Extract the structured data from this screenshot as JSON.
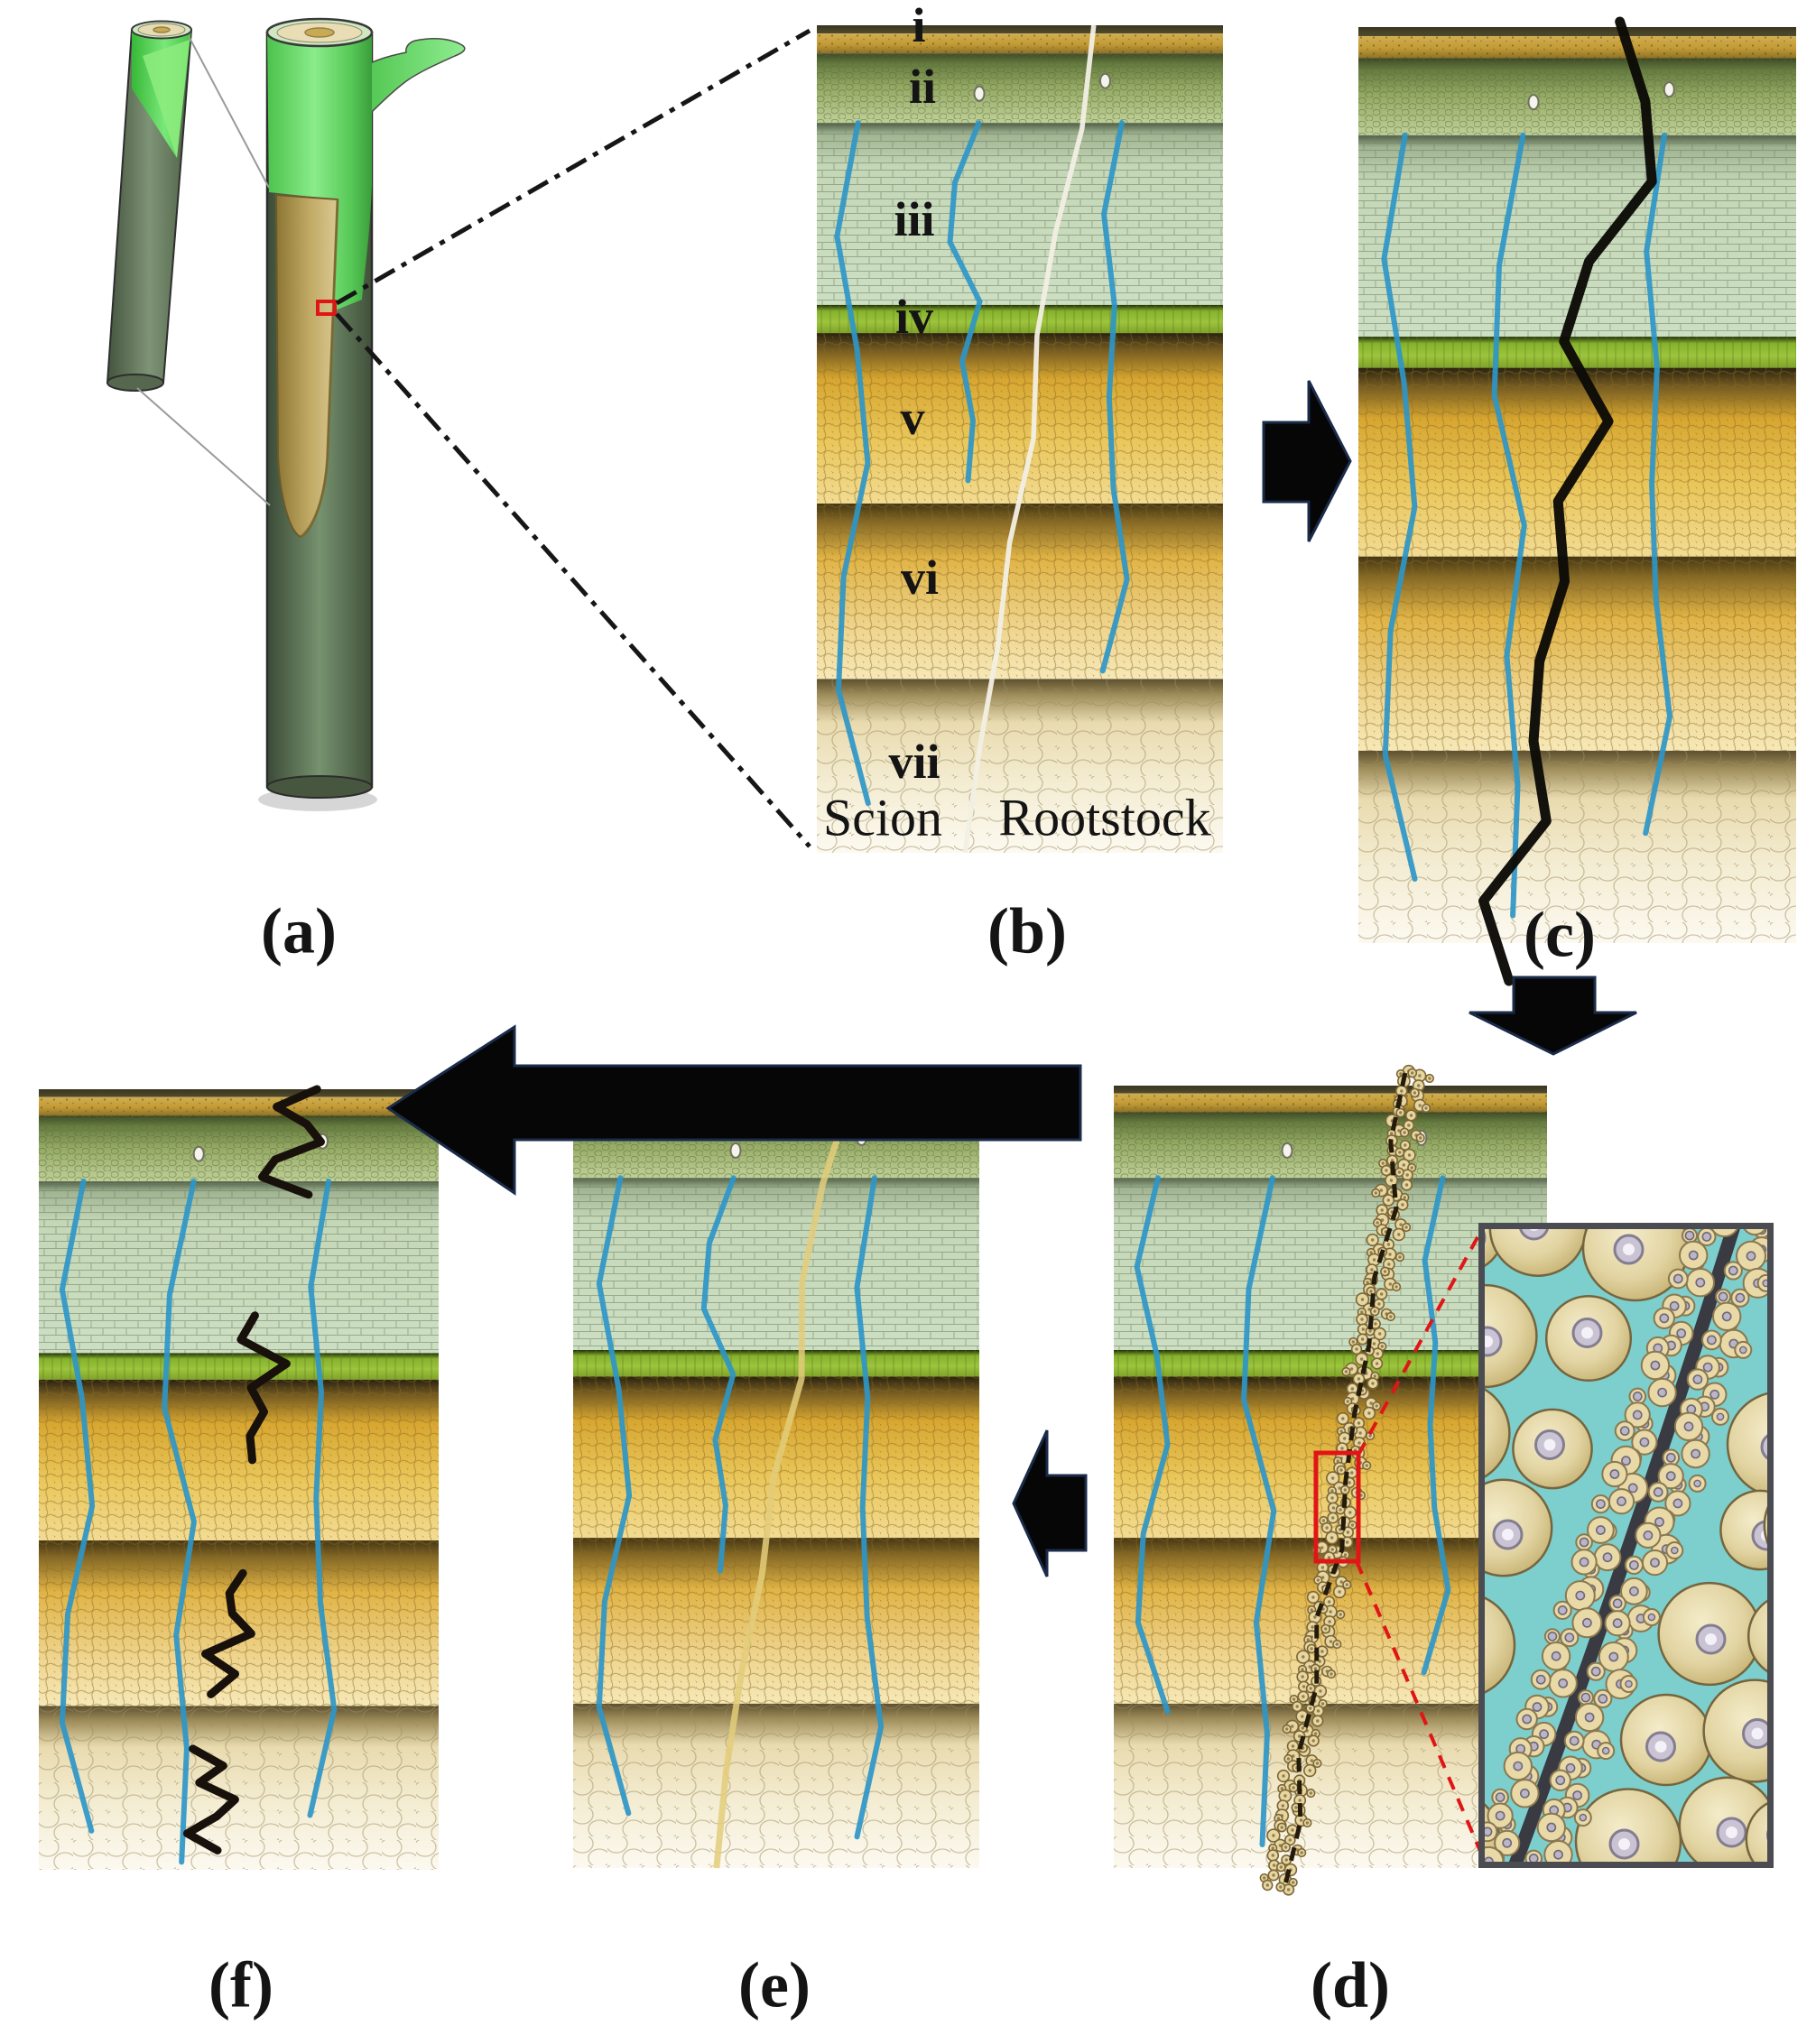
{
  "captions": {
    "a": "(a)",
    "b": "(b)",
    "c": "(c)",
    "d": "(d)",
    "e": "(e)",
    "f": "(f)"
  },
  "panel_b": {
    "layer_labels": [
      "i",
      "ii",
      "iii",
      "iv",
      "v",
      "vi",
      "vii"
    ],
    "scion_label": "Scion",
    "rootstock_label": "Rootstock"
  },
  "icons": {
    "flow_step_b_to_c": "block-arrow-right-icon",
    "flow_step_c_to_d": "block-arrow-down-icon",
    "flow_step_d_to_e": "block-arrow-left-icon",
    "flow_step_e_to_f": "block-arrow-left-long-icon",
    "detail_marker": "red-highlight-box",
    "detail_links": "red-dashed-connector",
    "zoom_links_panel_a": "dashdot-connector-line"
  },
  "colors": {
    "background": "#ffffff",
    "vascular_blue": "#2e96c8",
    "highlight_red": "#e01616",
    "arrow_black": "#060606",
    "arrow_outline_navy": "#1b2b4a",
    "scion_green": "#57cb57",
    "rootstock_sage": "#5f7a58",
    "graft_wood_tan": "#c2ab66",
    "epidermis_gold": "#c59d38",
    "cortex_green": "#a9bc77",
    "inner_cortex_pale": "#c6d8ba",
    "cambium_green": "#9cc43c",
    "xylem_gold": "#e2b54a",
    "pith_cream": "#f2e8c8",
    "graft_interface_white": "#f2efe4",
    "necrotic_black": "#0c0b07",
    "callus_bead_tan": "#e7d6a0",
    "resorbed_line_tan": "#e3cc7a",
    "inset_cell_tan": "#ddca8f",
    "inset_intercellular_turquoise": "#7ccfcd",
    "inset_nucleus_gray": "#c9c3d3"
  }
}
